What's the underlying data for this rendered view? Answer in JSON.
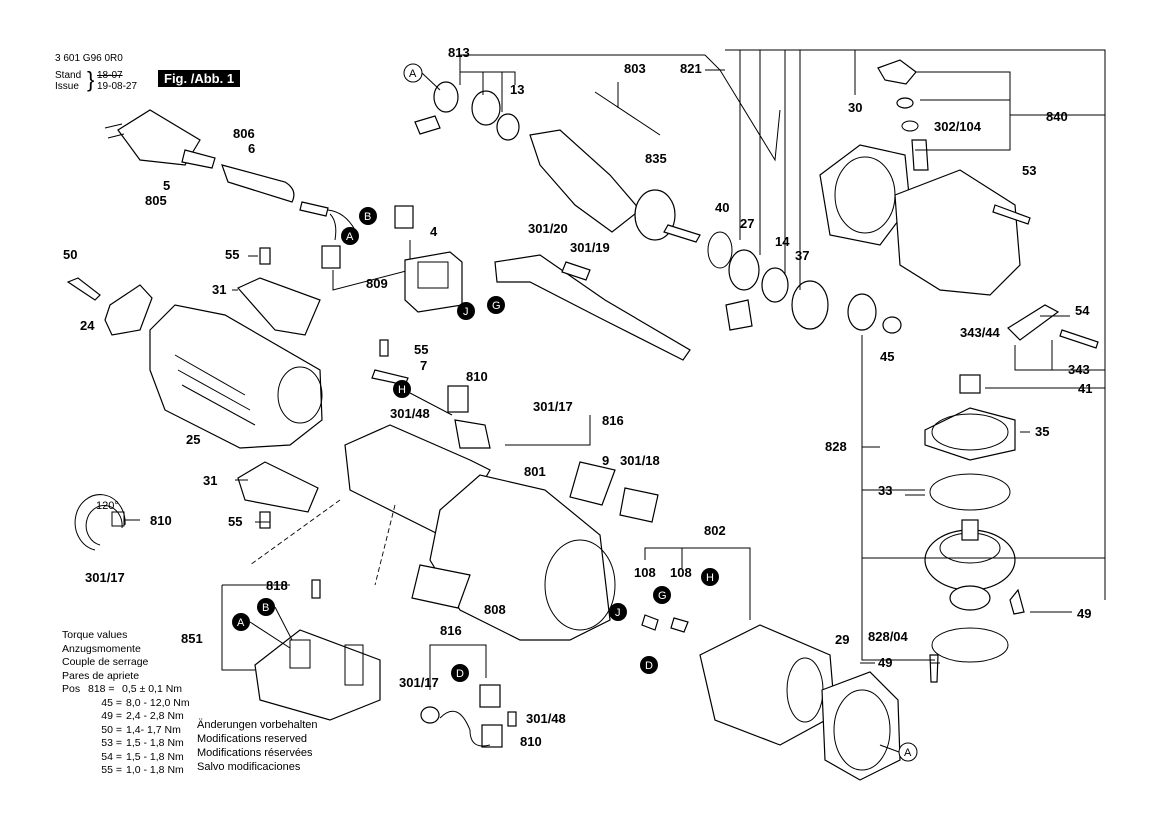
{
  "header": {
    "doc_number": "3 601 G96 0R0",
    "stand_label": "Stand",
    "issue_label": "Issue",
    "stand_date": "18-07",
    "issue_date": "19-08-27",
    "figure_badge": "Fig. /Abb. 1"
  },
  "torque": {
    "title_lines": [
      "Torque values",
      "Anzugsmomente",
      "Couple de serrage",
      "Pares de apriete"
    ],
    "rows": [
      {
        "label": "Pos",
        "pos": "818 =",
        "value": "0,5 ± 0,1 Nm"
      },
      {
        "label": "",
        "pos": "45 =",
        "value": "8,0 - 12,0 Nm"
      },
      {
        "label": "",
        "pos": "49 =",
        "value": "2,4 - 2,8 Nm"
      },
      {
        "label": "",
        "pos": "50 =",
        "value": "1,4- 1,7 Nm"
      },
      {
        "label": "",
        "pos": "53 =",
        "value": "1,5 - 1,8 Nm"
      },
      {
        "label": "",
        "pos": "54 =",
        "value": "1,5 - 1,8 Nm"
      },
      {
        "label": "",
        "pos": "55 =",
        "value": "1,0 - 1,8 Nm"
      }
    ]
  },
  "notes": [
    "Änderungen vorbehalten",
    "Modifications reserved",
    "Modifications réservées",
    "Salvo modificaciones"
  ],
  "angle_label": "120°",
  "parts": {
    "p813": "813",
    "p803": "803",
    "p821": "821",
    "p13": "13",
    "p835": "835",
    "p806": "806",
    "p6": "6",
    "p5": "5",
    "p805": "805",
    "p30": "30",
    "p302_104": "302/104",
    "p840": "840",
    "p53": "53",
    "p40": "40",
    "p27": "27",
    "p14": "14",
    "p37": "37",
    "p4": "4",
    "p301_20": "301/20",
    "p301_19": "301/19",
    "p50": "50",
    "p55a": "55",
    "p31a": "31",
    "p24": "24",
    "p809": "809",
    "p54": "54",
    "p343_44": "343/44",
    "p343": "343",
    "p45": "45",
    "p41": "41",
    "p25": "25",
    "p55b": "55",
    "p7": "7",
    "p810a": "810",
    "p301_48a": "301/48",
    "p301_17a": "301/17",
    "p816a": "816",
    "p828": "828",
    "p35": "35",
    "p33": "33",
    "p31b": "31",
    "p810b": "810",
    "p55c": "55",
    "p301_17b": "301/17",
    "p9": "9",
    "p301_18": "301/18",
    "p801": "801",
    "p802": "802",
    "p108a": "108",
    "p108b": "108",
    "p818": "818",
    "p851": "851",
    "p808": "808",
    "p816b": "816",
    "p301_17c": "301/17",
    "p301_48b": "301/48",
    "p810c": "810",
    "p29": "29",
    "p828_04": "828/04",
    "p49a": "49",
    "p49b": "49"
  },
  "callouts": {
    "A": "A",
    "B": "B",
    "D": "D",
    "G": "G",
    "H": "H",
    "J": "J"
  }
}
